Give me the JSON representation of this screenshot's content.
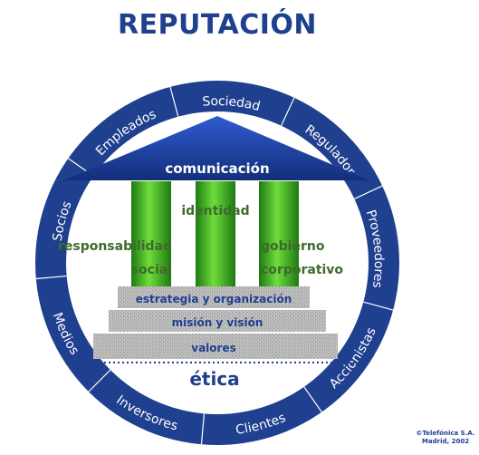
{
  "title": "REPUTACIÓN",
  "ring": {
    "color": "#1f3f8f",
    "text_color": "#ffffff",
    "segments": [
      "Empleados",
      "Sociedad",
      "Regulador",
      "Proveedores",
      "Accionistas",
      "Clientes",
      "Inversores",
      "Medios",
      "Socios"
    ]
  },
  "temple": {
    "roof_label": "comunicación",
    "pillar_labels": {
      "center": "identidad",
      "left_line1": "responsabilidad",
      "left_line2": "social",
      "right_line1": "gobierno",
      "right_line2": "corporativo"
    },
    "steps": [
      "estrategia y organización",
      "misión y visión",
      "valores"
    ],
    "foundation": "ética"
  },
  "colors": {
    "title": "#1f3f8f",
    "pillar": "#3fae2a",
    "pillar_text": "#3d6b2a",
    "step_text": "#1f3f8f",
    "roof": "#2348a8"
  },
  "copyright": {
    "line1": "©Telefónica S.A.",
    "line2": "Madrid, 2002"
  }
}
